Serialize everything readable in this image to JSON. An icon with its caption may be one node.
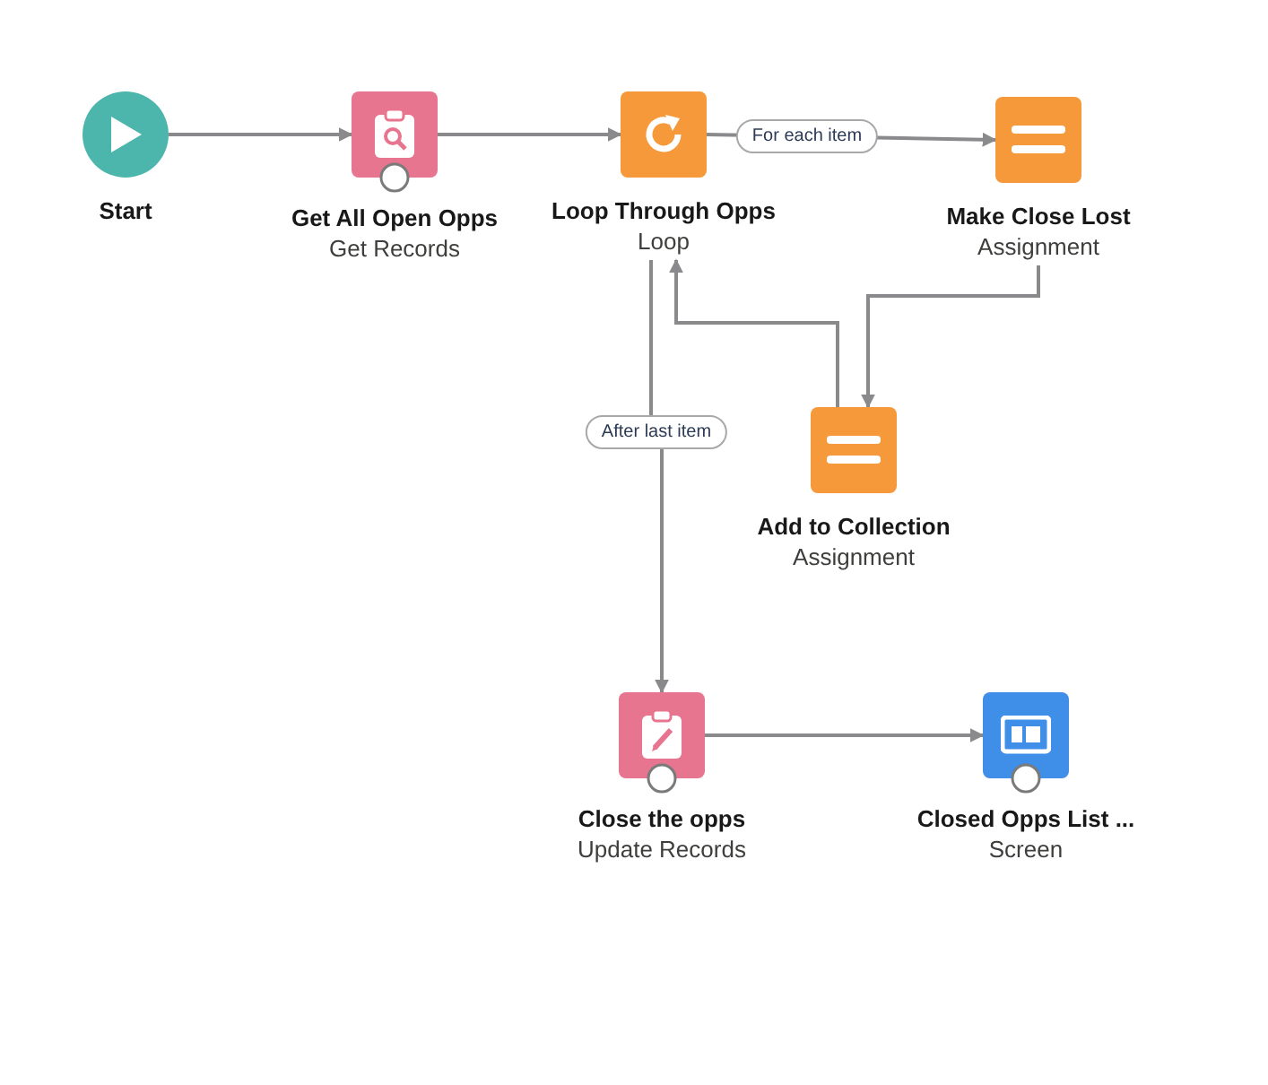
{
  "diagram": {
    "nodes": [
      {
        "text": [
          "Start"
        ]
      },
      {
        "text": [
          "Get All Open Opps",
          "Get Records"
        ]
      },
      {
        "text": [
          "Loop Through Opps",
          "Loop"
        ]
      },
      {
        "text": [
          "Make Close Lost",
          "Assignment"
        ]
      },
      {
        "text": [
          "Add to Collection",
          "Assignment"
        ]
      },
      {
        "text": [
          "Close the opps",
          "Update Records"
        ]
      },
      {
        "text": [
          "Closed Opps List ...",
          "Screen"
        ]
      }
    ],
    "edges": [
      {
        "from": 0,
        "to": 1,
        "arrow": "to"
      },
      {
        "from": 1,
        "to": 2,
        "arrow": "to"
      },
      {
        "from": 2,
        "to": 3,
        "arrow": "to",
        "label": "For each item"
      },
      {
        "from": 3,
        "to": 4,
        "arrow": "to"
      },
      {
        "from": 4,
        "to": 2,
        "arrow": "to"
      },
      {
        "from": 2,
        "to": 5,
        "arrow": "to",
        "label": "After last item"
      },
      {
        "from": 5,
        "to": 6,
        "arrow": "to"
      }
    ]
  }
}
